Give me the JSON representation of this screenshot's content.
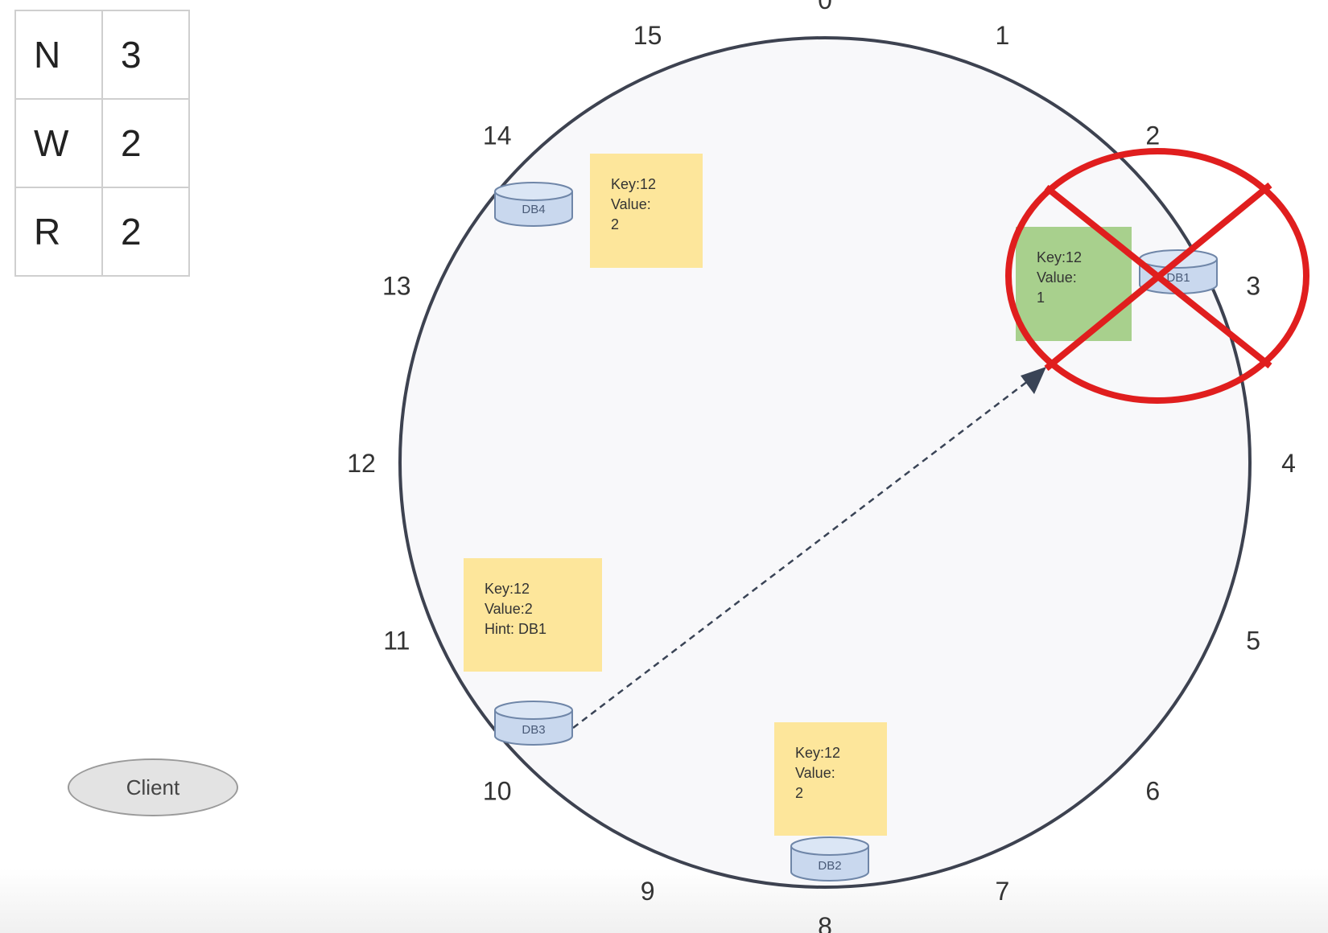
{
  "config": {
    "rows": [
      {
        "label": "N",
        "value": "3"
      },
      {
        "label": "W",
        "value": "2"
      },
      {
        "label": "R",
        "value": "2"
      }
    ]
  },
  "client_label": "Client",
  "ring_positions": [
    "0",
    "1",
    "2",
    "3",
    "4",
    "5",
    "6",
    "7",
    "8",
    "9",
    "10",
    "11",
    "12",
    "13",
    "14",
    "15"
  ],
  "nodes": {
    "db1": "DB1",
    "db2": "DB2",
    "db3": "DB3",
    "db4": "DB4"
  },
  "notes": {
    "db4": "Key:12\nValue:\n2",
    "db1": "Key:12\nValue:\n1",
    "db3": "Key:12\nValue:2\nHint: DB1",
    "db2": "Key:12\nValue:\n2"
  },
  "colors": {
    "ring_fill": "#f8f8fa",
    "ring_stroke": "#3d4250",
    "node_fill": "#c9d8ee",
    "node_stroke": "#6f86a8",
    "note_yellow": "#fde69b",
    "note_green": "#a8d08d",
    "failure_mark": "#e01e1e",
    "arrow": "#3a4456"
  }
}
